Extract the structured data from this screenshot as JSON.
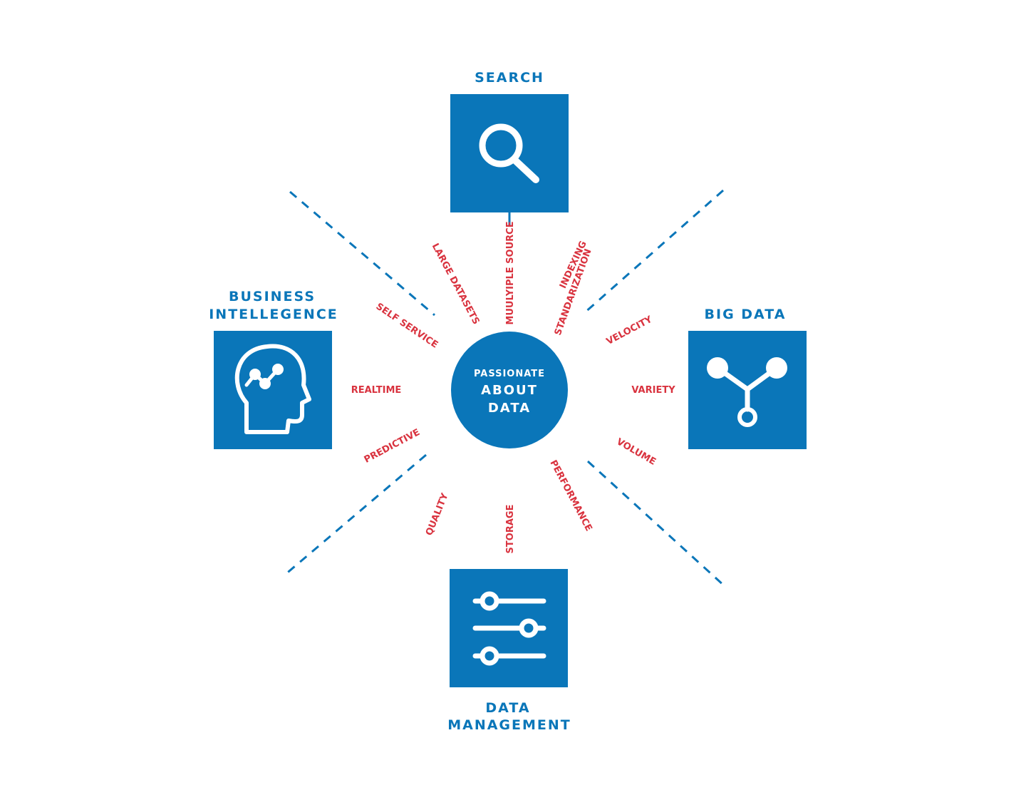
{
  "colors": {
    "primary": "#0a76b9",
    "accent": "#d9333f",
    "background": "#ffffff",
    "icon_stroke": "#ffffff"
  },
  "center": {
    "line1": "PASSIONATE",
    "line2": "ABOUT",
    "line3": "DATA"
  },
  "nodes": {
    "search": {
      "title": "SEARCH",
      "icon": "magnifier-icon"
    },
    "bi": {
      "title_line1": "BUSINESS",
      "title_line2": "INTELLEGENCE",
      "icon": "head-analytics-icon"
    },
    "bigdata": {
      "title": "BIG DATA",
      "icon": "network-nodes-icon"
    },
    "dm": {
      "title_line1": "DATA",
      "title_line2": "MANAGEMENT",
      "icon": "sliders-icon"
    }
  },
  "tags": {
    "large_datasets": "LARGE DATASETS",
    "multiple_source": "MUULYIPLE SOURCE",
    "indexing": "INDEXING",
    "standarization": "STANDARIZATION",
    "self_service": "SELF SERVICE",
    "realtime": "REALTIME",
    "predictive": "PREDICTIVE",
    "velocity": "VELOCITY",
    "variety": "VARIETY",
    "volume": "VOLUME",
    "quality": "QUALITY",
    "storage": "STORAGE",
    "performance": "PERFORMANCE"
  }
}
